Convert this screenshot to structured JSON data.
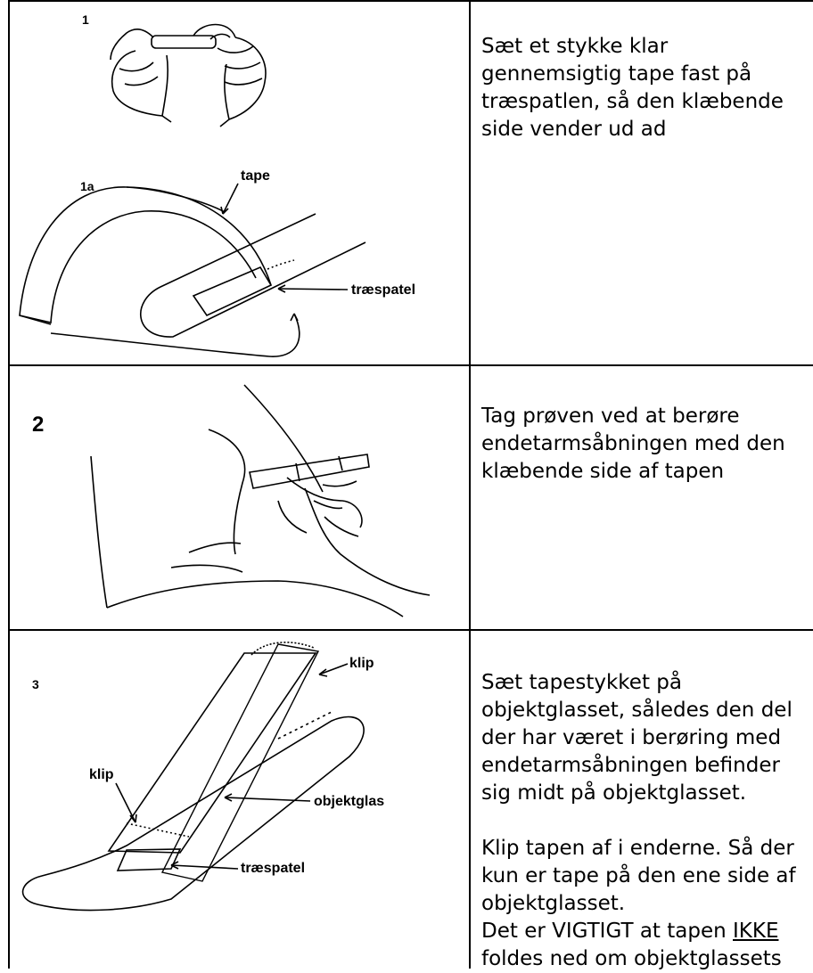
{
  "rows": [
    {
      "step_number": "1",
      "sub_step_number": "1a",
      "labels": {
        "tape": "tape",
        "spatula": "træspatel"
      },
      "text_lines": [
        "Sæt et stykke klar",
        "gennemsigtig tape fast på",
        "træspatlen, så den klæbende",
        "side vender ud ad"
      ]
    },
    {
      "step_number": "2",
      "text_lines": [
        "Tag prøven ved at berøre",
        "endetarmsåbningen med den",
        "klæbende side af tapen"
      ]
    },
    {
      "step_number": "3",
      "labels": {
        "clip_top": "klip",
        "clip_left": "klip",
        "slide": "objektglas",
        "spatula": "træspatel"
      },
      "text_lines": [
        "Sæt tapestykket på",
        "objektglasset, således den del",
        "der har været i berøring med",
        "endetarmsåbningen befinder",
        "sig midt på objektglasset."
      ],
      "text_lines_2": [
        "Klip tapen af i enderne. Så der",
        "kun er tape på den ene side af",
        "objektglasset."
      ],
      "important_prefix": "Det er VIGTIGT at tapen ",
      "important_emph": "IKKE",
      "last_line": "foldes ned om objektglassets"
    }
  ]
}
